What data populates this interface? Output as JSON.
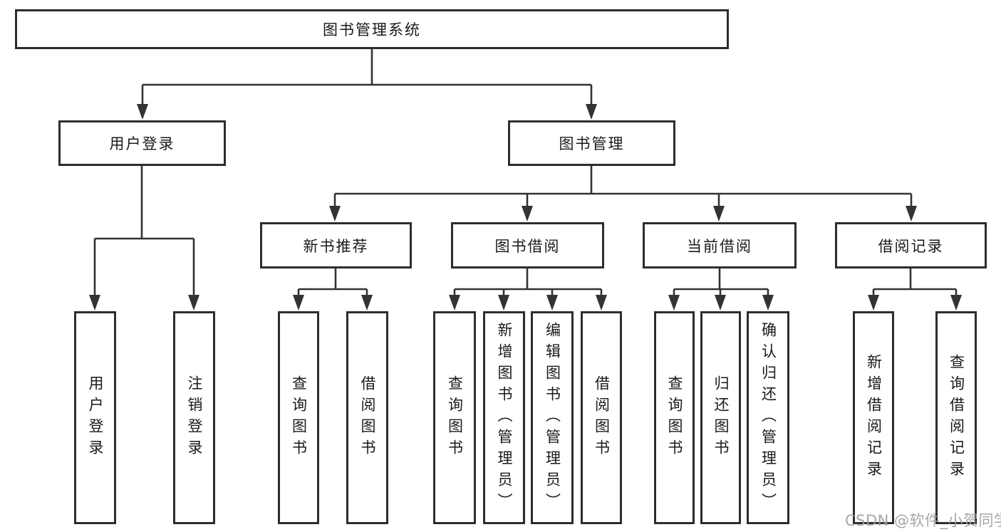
{
  "diagram_title": "图书管理系统",
  "watermark": "CSDN @软件_小贺同学",
  "colors": {
    "line": "#333333",
    "box_border": "#2d2d2d",
    "text": "#1a1a1a",
    "watermark": "#9e9e9e",
    "background": "#ffffff"
  },
  "nodes": {
    "root": "图书管理系统",
    "user_login": "用户登录",
    "book_mgmt": "图书管理",
    "new_book": "新书推荐",
    "book_borrow": "图书借阅",
    "current_borrow": "当前借阅",
    "borrow_record": "借阅记录",
    "leaf_user_login": "用户登录",
    "leaf_logout": "注销登录",
    "leaf_nb_query": "查询图书",
    "leaf_nb_borrow": "借阅图书",
    "leaf_bb_query": "查询图书",
    "leaf_bb_add": "新增图书（管理员）",
    "leaf_bb_edit": "编辑图书（管理员）",
    "leaf_bb_borrow": "借阅图书",
    "leaf_cb_query": "查询图书",
    "leaf_cb_return": "归还图书",
    "leaf_cb_confirm": "确认归还（管理员）",
    "leaf_br_add": "新增借阅记录",
    "leaf_br_query": "查询借阅记录"
  },
  "hierarchy": [
    {
      "parent": "图书管理系统",
      "children": [
        "用户登录",
        "图书管理"
      ]
    },
    {
      "parent": "用户登录",
      "children": [
        "用户登录",
        "注销登录"
      ]
    },
    {
      "parent": "图书管理",
      "children": [
        "新书推荐",
        "图书借阅",
        "当前借阅",
        "借阅记录"
      ]
    },
    {
      "parent": "新书推荐",
      "children": [
        "查询图书",
        "借阅图书"
      ]
    },
    {
      "parent": "图书借阅",
      "children": [
        "查询图书",
        "新增图书（管理员）",
        "编辑图书（管理员）",
        "借阅图书"
      ]
    },
    {
      "parent": "当前借阅",
      "children": [
        "查询图书",
        "归还图书",
        "确认归还（管理员）"
      ]
    },
    {
      "parent": "借阅记录",
      "children": [
        "新增借阅记录",
        "查询借阅记录"
      ]
    }
  ]
}
